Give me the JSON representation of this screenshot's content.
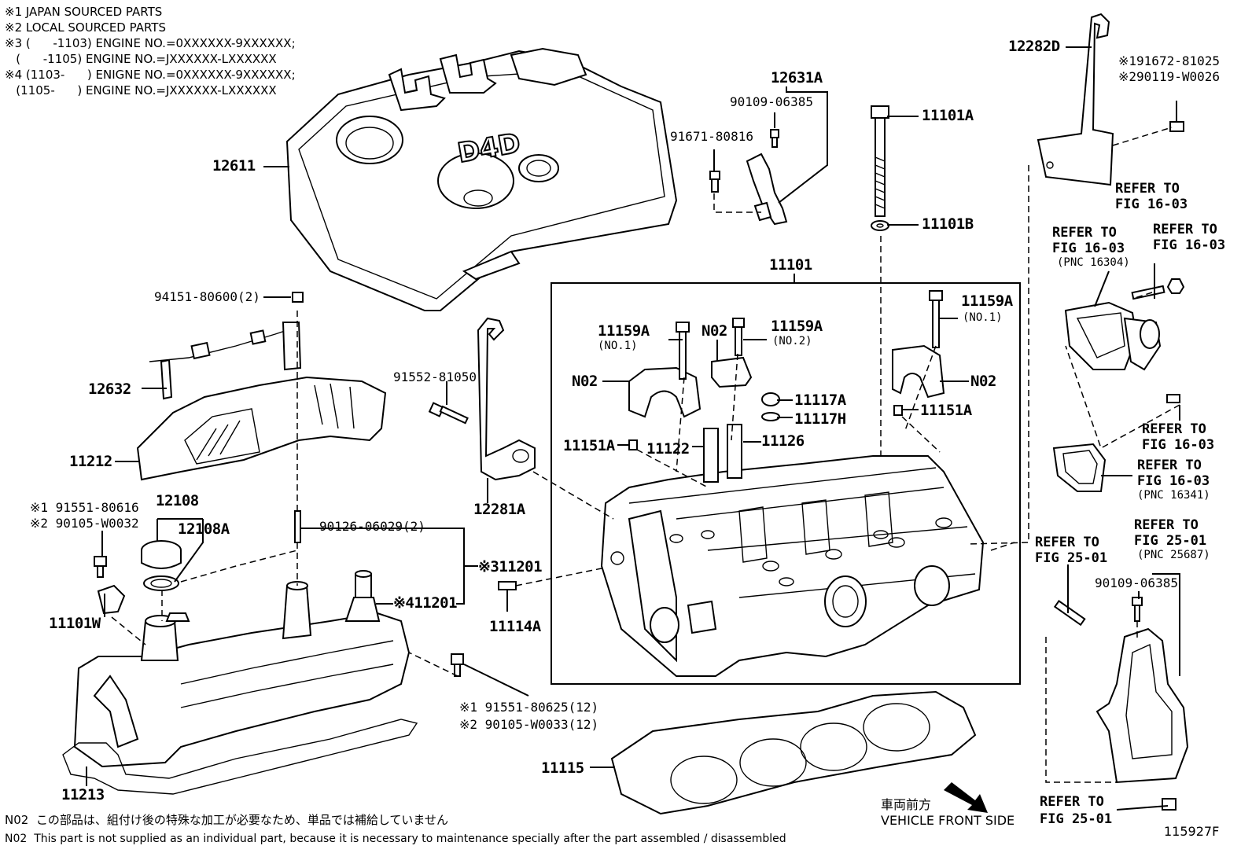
{
  "notes": {
    "n1": "※1 JAPAN SOURCED PARTS",
    "n2": "※2 LOCAL SOURCED PARTS",
    "n3a": "※3 (      -1103) ENGINE NO.=0XXXXXX-9XXXXXX;",
    "n3b": "   (      -1105) ENGINE NO.=JXXXXXX-LXXXXXX",
    "n4a": "※4 (1103-      ) ENIGNE NO.=0XXXXXX-9XXXXXX;",
    "n4b": "   (1105-      ) ENGINE NO.=JXXXXXX-LXXXXXX"
  },
  "cover_logo": "D4D",
  "labels": {
    "p12611": "12611",
    "p12631A": "12631A",
    "p90109a": "90109-06385",
    "p91671": "91671-80816",
    "p11101A": "11101A",
    "p11101B": "11101B",
    "p12282D": "12282D",
    "p191672": "※191672-81025",
    "p290119": "※290119-W0026",
    "p94151": "94151-80600(2)",
    "p12632": "12632",
    "p11212": "11212",
    "p91552": "91552-81050",
    "p11101": "11101",
    "p11159A_a": "11159A",
    "p11159A_a_no": "(NO.1)",
    "pN02_a": "N02",
    "p11159A_b": "11159A",
    "p11159A_b_no": "(NO.2)",
    "p11159A_c": "11159A",
    "p11159A_c_no": "(NO.1)",
    "pN02_b": "N02",
    "pN02_c": "N02",
    "p11117A": "11117A",
    "p11117H": "11117H",
    "p11151A_a": "11151A",
    "p11151A_b": "11151A",
    "p11122": "11122",
    "p11126": "11126",
    "p91551a_1": "※1 91551-80616",
    "p90105a_2": "※2 90105-W0032",
    "p12108": "12108",
    "p12108A": "12108A",
    "p11101W": "11101W",
    "p90126": "90126-06029(2)",
    "p11201_3": "※311201",
    "p11201_4": "※411201",
    "p12281A": "12281A",
    "p11114A": "11114A",
    "p91551b_1": "※1 91551-80625(12)",
    "p90105b_2": "※2 90105-W0033(12)",
    "p11213": "11213",
    "p11115": "11115",
    "p90109b": "90109-06385",
    "id": "115927F"
  },
  "refs": {
    "r1a": "REFER TO",
    "r1b": "FIG 16-03",
    "r2a": "REFER TO",
    "r2b": "FIG 16-03",
    "r2c": "(PNC 16304)",
    "r3a": "REFER TO",
    "r3b": "FIG 16-03",
    "r4a": "REFER TO",
    "r4b": "FIG 16-03",
    "r5a": "REFER TO",
    "r5b": "FIG 16-03",
    "r5c": "(PNC 16341)",
    "r6a": "REFER TO",
    "r6b": "FIG 25-01",
    "r7a": "REFER TO",
    "r7b": "FIG 25-01",
    "r7c": "(PNC 25687)",
    "r8a": "REFER TO",
    "r8b": "FIG 25-01"
  },
  "direction": {
    "jp": "車両前方",
    "en": "VEHICLE FRONT SIDE"
  },
  "footer": {
    "jp": "N02  この部品は、組付け後の特殊な加工が必要なため、単品では補給していません",
    "en": "N02  This part is not supplied as an individual part, because it is necessary to maintenance specially after the part assembled / disassembled"
  }
}
